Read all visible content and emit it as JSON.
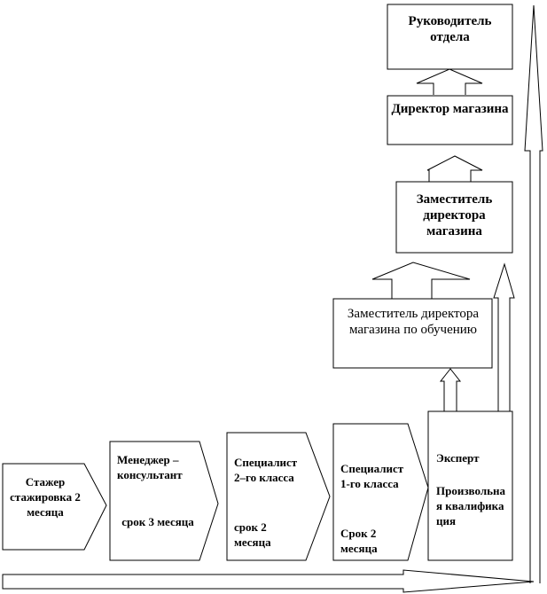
{
  "top_boxes": {
    "head_of_department": "Руководитель отдела",
    "store_director": "Директор магазина",
    "deputy_director": "Заместитель директора магазина",
    "deputy_training": "Заместитель директора магазина по обучению"
  },
  "steps": [
    {
      "title": "Стажер",
      "detail": "стажировка 2 месяца"
    },
    {
      "title": "Менеджер – консультант",
      "detail": "срок 3 месяца"
    },
    {
      "title": "Специалист 2–го класса",
      "detail": "срок 2 месяца"
    },
    {
      "title": "Специалист 1-го класса",
      "detail": "Срок 2 месяца"
    },
    {
      "title": "Эксперт",
      "detail": "Произвольная квалификация"
    }
  ]
}
